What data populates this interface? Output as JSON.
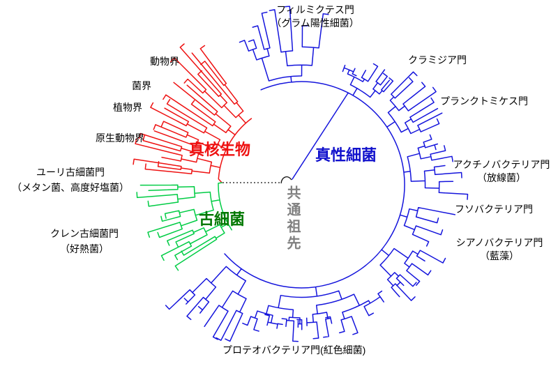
{
  "colors": {
    "eukaryote_tree": "#ee1111",
    "eukaryote_label": "#ee1111",
    "archaea_tree": "#00cc44",
    "archaea_label": "#007700",
    "bacteria_tree": "#1414dc",
    "bacteria_label": "#1111cc",
    "ancestor_label": "#808080",
    "root_line": "#111111",
    "text": "#000000",
    "background": "#ffffff"
  },
  "domains": {
    "eukaryote": "真核生物",
    "bacteria": "真性細菌",
    "archaea": "古細菌",
    "ancestor": "共通祖先"
  },
  "bacteria_groups": {
    "firmicutes": {
      "name": "フィルミクテス門",
      "note": "（グラム陽性細菌）"
    },
    "chlamydiae": {
      "name": "クラミジア門"
    },
    "planctomycetes": {
      "name": "プランクトミケス門"
    },
    "actinobacteria": {
      "name": "アクチノバクテリア門",
      "note": "（放線菌）"
    },
    "fusobacteria": {
      "name": "フソバクテリア門"
    },
    "cyanobacteria": {
      "name": "シアノバクテリア門",
      "note": "（藍藻）"
    },
    "proteobacteria": {
      "name": "プロテオバクテリア門(紅色細菌)"
    }
  },
  "eukaryote_groups": {
    "animalia": {
      "name": "動物界"
    },
    "fungi": {
      "name": "菌界"
    },
    "plantae": {
      "name": "植物界"
    },
    "protozoa": {
      "name": "原生動物界"
    }
  },
  "archaea_groups": {
    "euryarchaeota": {
      "name": "ユーリ古細菌門",
      "note": "（メタン菌、高度好塩菌）"
    },
    "crenarchaeota": {
      "name": "クレン古細菌門",
      "note": "（好熱菌）"
    }
  }
}
